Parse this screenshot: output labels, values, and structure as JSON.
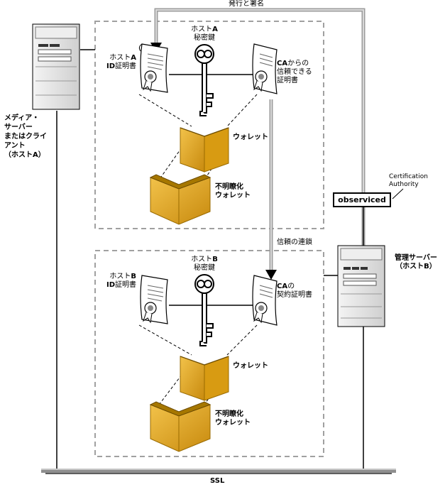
{
  "top": {
    "issue_sign": "発行と署名"
  },
  "host_a": {
    "server_label": [
      "メディア・",
      "サーバー",
      "またはクライ",
      "アント",
      "（ホストA）"
    ],
    "cert_prefix": "ホスト",
    "cert_bold": "A",
    "cert_line2_bold": "ID",
    "cert_line2": "証明書",
    "key_prefix": "ホスト",
    "key_bold": "A",
    "key_line2": "秘密鍵",
    "ca_bold": "CA",
    "ca_line1": "からの",
    "ca_line2": "信頼できる",
    "ca_line3": "証明書",
    "wallet": "ウォレット",
    "obf_line1": "不明瞭化",
    "obf_line2": "ウォレット"
  },
  "chain": {
    "label": "信頼の連鎖"
  },
  "authority": {
    "name": "observiced",
    "caption_line1": "Certification",
    "caption_line2": "Authority"
  },
  "host_b": {
    "server_line1": "管理サーバー",
    "server_line2": "（ホストB）",
    "cert_prefix": "ホスト",
    "cert_bold": "B",
    "cert_line2_bold": "ID",
    "cert_line2": "証明書",
    "key_prefix": "ホスト",
    "key_bold": "B",
    "key_line2": "秘密鍵",
    "ca_bold": "CA",
    "ca_line1": "の",
    "ca_line2": "契約証明書",
    "wallet": "ウォレット",
    "obf_line1": "不明瞭化",
    "obf_line2": "ウォレット"
  },
  "network": {
    "label": "SSL"
  },
  "colors": {
    "wallet_fill": "#E3A81E",
    "wallet_dark": "#9A6B00",
    "dashed": "#A0A0A0",
    "server": "#E6E6E6"
  }
}
